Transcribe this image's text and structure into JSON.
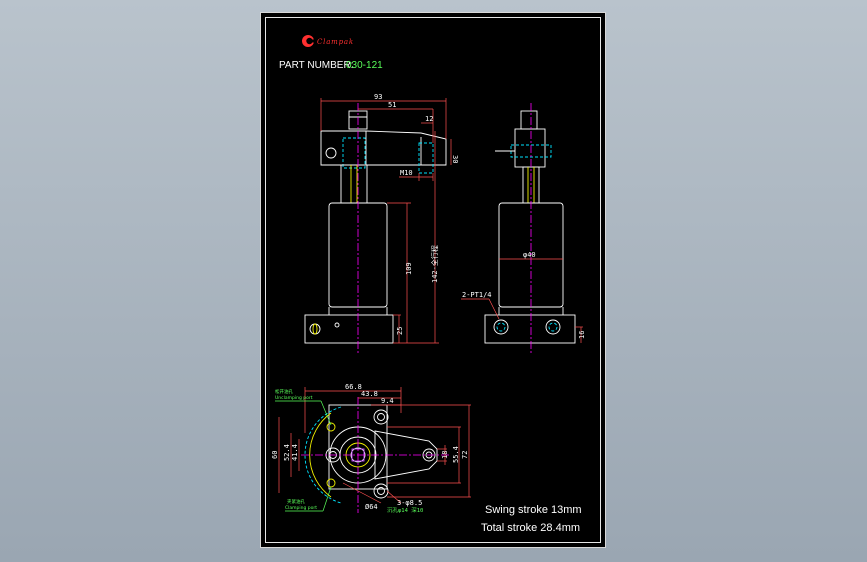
{
  "brand": {
    "logo_text": "Clampak"
  },
  "part": {
    "label": "PART NUMBER:",
    "number": "030-121"
  },
  "dims": {
    "d93": "93",
    "d51": "51",
    "d12": "12",
    "d30": "30",
    "m10": "M10",
    "d109": "109",
    "d142": "142-全行程",
    "d25": "25",
    "phi40": "φ40",
    "pt": "2-PT1/4",
    "d16": "16",
    "d668": "66.8",
    "d438": "43.8",
    "d94": "9.4",
    "d60": "60",
    "d524": "52.4",
    "d414": "41.4",
    "d18": "18",
    "d554": "55.4",
    "d72": "72",
    "d64": "Ø64",
    "hole": "3-φ8.5",
    "cbore": "沉孔φ14 深10"
  },
  "labels": {
    "unclamp_cn": "松开油孔",
    "unclamp_en": "Unclamping port",
    "clamp_cn": "夹紧油孔",
    "clamp_en": "Clamping port"
  },
  "notes": {
    "swing": "Swing stroke 13mm",
    "total": "Total stroke 28.4mm"
  },
  "colors": {
    "background": "#000000",
    "outline": "#ffffff",
    "hidden": "#00e5ff",
    "center": "#ff00ff",
    "dimension": "#ff5050",
    "text_green": "#59ff59",
    "logo": "#ff3030"
  }
}
